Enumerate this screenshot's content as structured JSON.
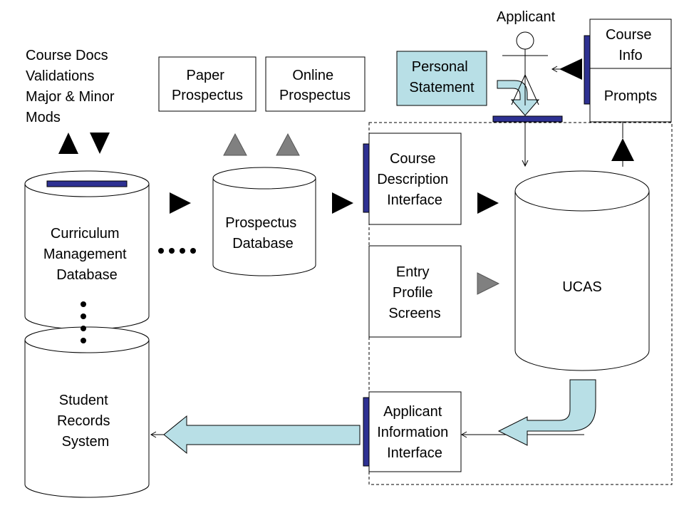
{
  "colors": {
    "stroke": "#000000",
    "accent_bar": "#2e3192",
    "highlight_fill": "#b8dfe6",
    "grey_triangle": "#808080",
    "black_triangle": "#000000"
  },
  "labels": {
    "course_docs": [
      "Course Docs",
      "Validations",
      "Major & Minor",
      "Mods"
    ],
    "paper_prospectus": [
      "Paper",
      "Prospectus"
    ],
    "online_prospectus": [
      "Online",
      "Prospectus"
    ],
    "personal_statement": [
      "Personal",
      "Statement"
    ],
    "applicant": "Applicant",
    "course_info": [
      "Course",
      "Info"
    ],
    "prompts": "Prompts",
    "curriculum_db": [
      "Curriculum",
      "Management",
      "Database"
    ],
    "prospectus_db": [
      "Prospectus",
      "Database"
    ],
    "course_description_interface": [
      "Course",
      "Description",
      "Interface"
    ],
    "entry_profile_screens": [
      "Entry",
      "Profile",
      "Screens"
    ],
    "ucas": "UCAS",
    "student_records": [
      "Student",
      "Records",
      "System"
    ],
    "applicant_information_interface": [
      "Applicant",
      "Information",
      "Interface"
    ]
  }
}
